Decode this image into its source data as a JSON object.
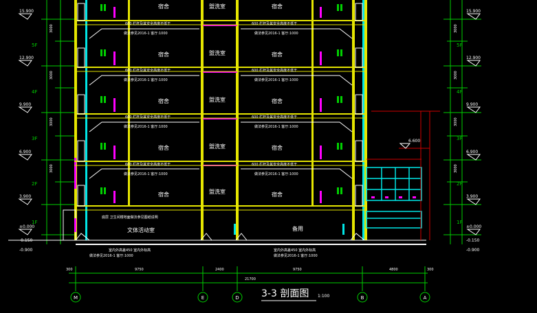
{
  "title": {
    "main": "3-3  剖面图",
    "scale": "1:100"
  },
  "rooms": {
    "dorm": "宿舍",
    "room_b": "盥洗室",
    "activity": "文体活动室",
    "spare": "备用"
  },
  "floors": [
    {
      "id": "5F",
      "elev": "12.900"
    },
    {
      "id": "4F",
      "elev": "9.900"
    },
    {
      "id": "3F",
      "elev": "6.900"
    },
    {
      "id": "2F",
      "elev": "3.900"
    },
    {
      "id": "1F",
      "elev": "±0.000"
    }
  ],
  "top_elev": "15.900",
  "low_elevs": [
    "-0.150",
    "-0.900"
  ],
  "annex_elev": "6.600",
  "dims": {
    "m_e": "9750",
    "e_d": "2400",
    "d_b": "9750",
    "b_a": "4800",
    "total": "21700",
    "end_left": "300",
    "end_right": "300",
    "side_rows": [
      "3000",
      "3000",
      "3000",
      "3000",
      "3000"
    ]
  },
  "axes": [
    "M",
    "E",
    "D",
    "B",
    "A"
  ],
  "notes": {
    "floor_left": "做法参见2016-1  客厅:1000",
    "floor_right": "做法参见2016-1  客厅:1000",
    "rail_left": "600  栏杆及其安全高度不低于",
    "rail_right": "600  栏杆及其安全高度不低于",
    "ground_left": "室内外高差450  室内外标高",
    "ground_right": "室内外高差450  室内外标高",
    "first_floor": "做法参见2016-1  客厅:1000",
    "beam_note": "底层  卫生间楼地面做法参见图纸说明"
  },
  "colors": {
    "yellow": "#e6e600",
    "cyan": "#00e6e6",
    "green": "#00d000",
    "magenta": "#ff00ff",
    "red": "#d00000",
    "white": "#ffffff"
  }
}
